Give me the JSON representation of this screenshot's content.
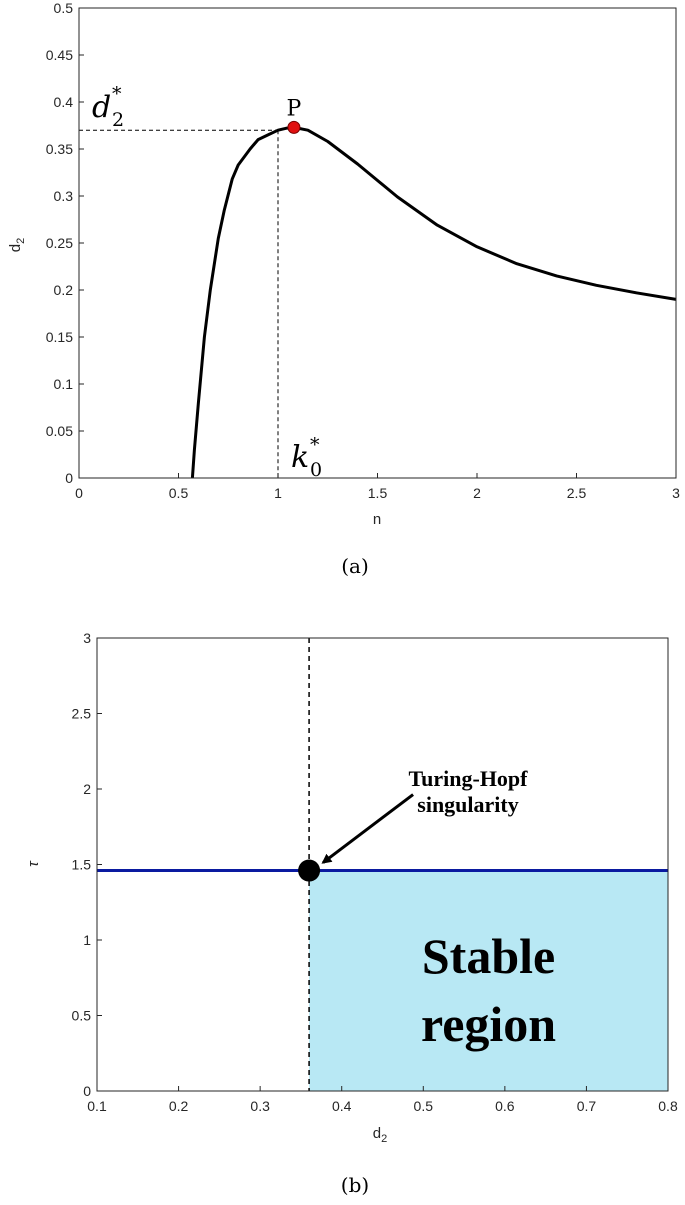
{
  "chart_data": [
    {
      "type": "line",
      "caption": "(a)",
      "xlabel": "n",
      "ylabel": "d",
      "ylabel_sub": "2",
      "xlim": [
        0,
        3
      ],
      "ylim": [
        0,
        0.5
      ],
      "xticks": [
        "0",
        "0.5",
        "1",
        "1.5",
        "2",
        "2.5",
        "3"
      ],
      "yticks": [
        "0",
        "0.05",
        "0.1",
        "0.15",
        "0.2",
        "0.25",
        "0.3",
        "0.35",
        "0.4",
        "0.45",
        "0.5"
      ],
      "grid": false,
      "series": [
        {
          "color": "#000000",
          "x": [
            0.57,
            0.58,
            0.6,
            0.63,
            0.66,
            0.7,
            0.73,
            0.77,
            0.8,
            0.86,
            0.9,
            0.95,
            1.0,
            1.04,
            1.08,
            1.15,
            1.25,
            1.4,
            1.6,
            1.8,
            2.0,
            2.2,
            2.4,
            2.6,
            2.8,
            3.0
          ],
          "y": [
            0.0,
            0.03,
            0.08,
            0.15,
            0.2,
            0.255,
            0.285,
            0.318,
            0.333,
            0.35,
            0.36,
            0.365,
            0.37,
            0.372,
            0.373,
            0.37,
            0.358,
            0.334,
            0.299,
            0.269,
            0.246,
            0.228,
            0.215,
            0.205,
            0.197,
            0.19
          ]
        }
      ],
      "point": {
        "label": "P",
        "x": 1.08,
        "y": 0.373,
        "color": "#e01010"
      },
      "guide": {
        "x": 1.0,
        "y": 0.37
      },
      "annotations": {
        "d_main": "d",
        "d_sub": "2",
        "d_sup": "*",
        "k_main": "k",
        "k_sub": "0",
        "k_sup": "*"
      }
    },
    {
      "type": "area",
      "caption": "(b)",
      "xlabel": "d",
      "xlabel_sub": "2",
      "ylabel": "τ",
      "xlim": [
        0.1,
        0.8
      ],
      "ylim": [
        0,
        3
      ],
      "xticks": [
        "0.1",
        "0.2",
        "0.3",
        "0.4",
        "0.5",
        "0.6",
        "0.7",
        "0.8"
      ],
      "yticks": [
        "0",
        "0.5",
        "1",
        "1.5",
        "2",
        "2.5",
        "3"
      ],
      "grid": false,
      "line_y": 1.46,
      "line_color": "#0a1aa0",
      "vline_x": 0.36,
      "region": {
        "x0": 0.36,
        "x1": 0.8,
        "y0": 0,
        "y1": 1.46,
        "color": "#b8e8f4",
        "label_line1": "Stable",
        "label_line2": "region"
      },
      "point": {
        "x": 0.36,
        "y": 1.46,
        "color": "#000000"
      },
      "annotation": {
        "line1": "Turing-Hopf",
        "line2": "singularity"
      }
    }
  ]
}
